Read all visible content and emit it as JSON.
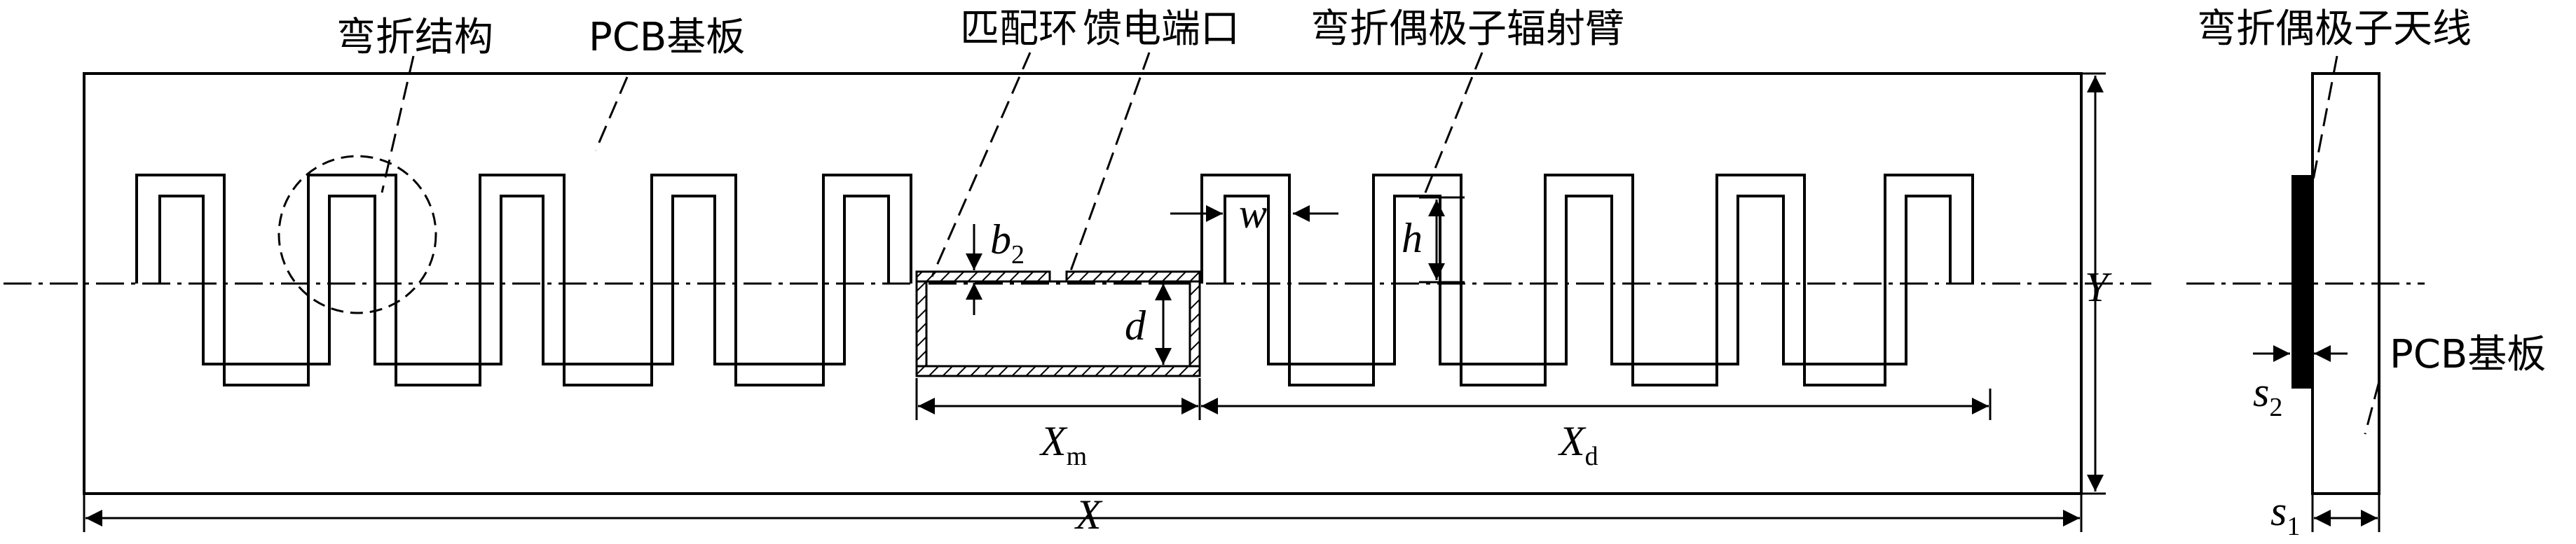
{
  "labels": {
    "meander_structure": "弯折结构",
    "pcb_substrate": "PCB基板",
    "matching_ring": "匹配环",
    "feed_port": "馈电端口",
    "meander_dipole_arm": "弯折偶极子辐射臂",
    "meander_dipole_antenna": "弯折偶极子天线",
    "pcb_substrate_side": "PCB基板"
  },
  "dimensions": {
    "b2": {
      "main": "b",
      "sub": "2"
    },
    "w": {
      "main": "w"
    },
    "h": {
      "main": "h"
    },
    "d": {
      "main": "d"
    },
    "Y": {
      "main": "Y"
    },
    "Xm": {
      "main": "X",
      "sub": "m"
    },
    "Xd": {
      "main": "X",
      "sub": "d"
    },
    "X": {
      "main": "X"
    },
    "s2": {
      "main": "s",
      "sub": "2"
    },
    "s1": {
      "main": "s",
      "sub": "1"
    }
  },
  "colors": {
    "line": "#000000",
    "background": "#ffffff"
  }
}
